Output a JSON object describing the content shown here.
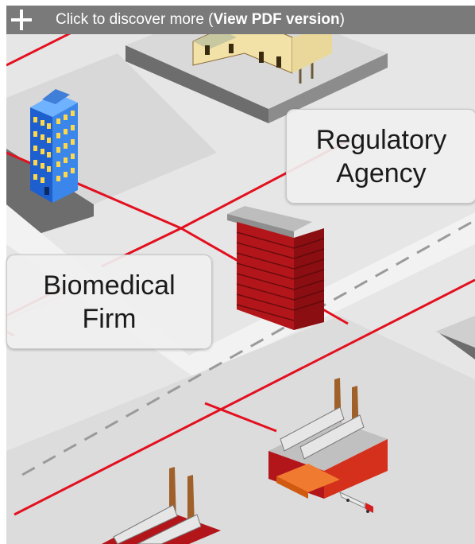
{
  "banner": {
    "text_before": "Click to discover more (",
    "link": "View PDF version",
    "text_after": ")"
  },
  "labels": {
    "regulatory_line1": "Regulatory",
    "regulatory_line2": "Agency",
    "biomedical_line1": "Biomedical",
    "biomedical_line2": "Firm"
  },
  "colors": {
    "road_red": "#e3101f",
    "banner_bg": "#7a7a7a",
    "brick": "#b3161a",
    "building_blue": "#2f7fe0"
  },
  "icons": [
    "plus-icon",
    "office-building-icon",
    "brick-wall-icon",
    "factory-icon",
    "truck-icon",
    "house-icon"
  ]
}
